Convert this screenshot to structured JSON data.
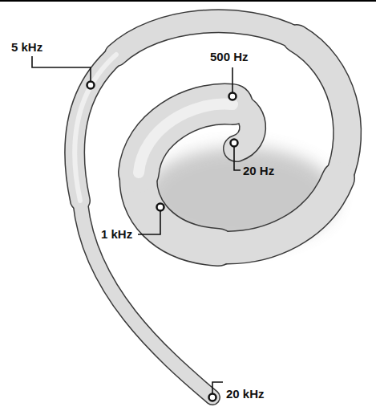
{
  "diagram": {
    "labels": [
      "5 kHz",
      "500 Hz",
      "20 Hz",
      "1 kHz",
      "20 kHz"
    ]
  }
}
